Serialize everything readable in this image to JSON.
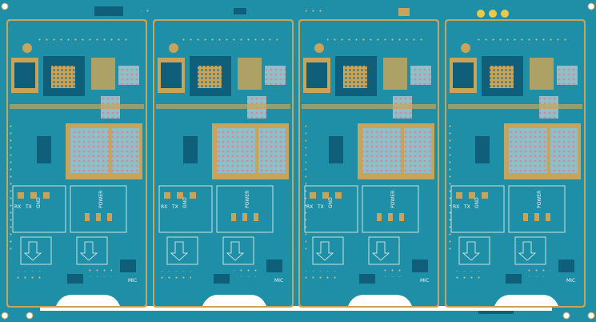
{
  "image": {
    "subject": "pcb-panel",
    "board_count": 4
  },
  "colors": {
    "background": "#ffffff",
    "solder_mask": "#1f8fa8",
    "solder_mask_dark": "#0f5f7a",
    "copper_gold": "#c8a45a",
    "pad_pink": "#d8a0a8",
    "silkscreen": "#f4f4ee"
  },
  "silkscreen_labels": {
    "rx": "RX",
    "tx": "TX",
    "gnd": "GND",
    "power": "POWER",
    "mic": "MIC"
  }
}
